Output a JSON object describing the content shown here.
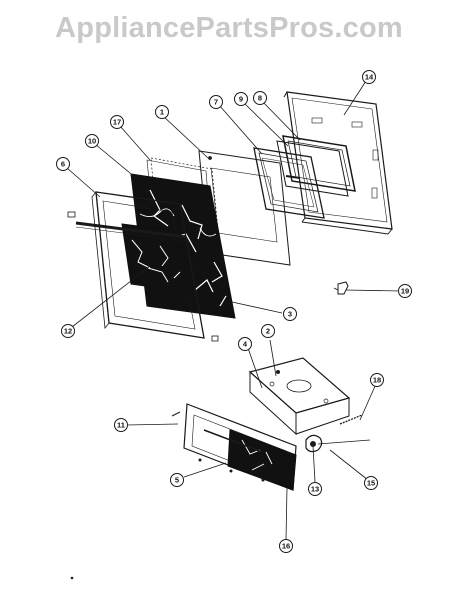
{
  "watermark": "AppliancePartsPros.com",
  "callouts": [
    "1",
    "2",
    "3",
    "4",
    "5",
    "6",
    "7",
    "8",
    "9",
    "10",
    "11",
    "12",
    "13",
    "14",
    "15",
    "16",
    "17",
    "18",
    "19"
  ],
  "colors": {
    "ink": "#1a1a1a",
    "watermark": "#c9c9c9",
    "glass": "#111111"
  }
}
